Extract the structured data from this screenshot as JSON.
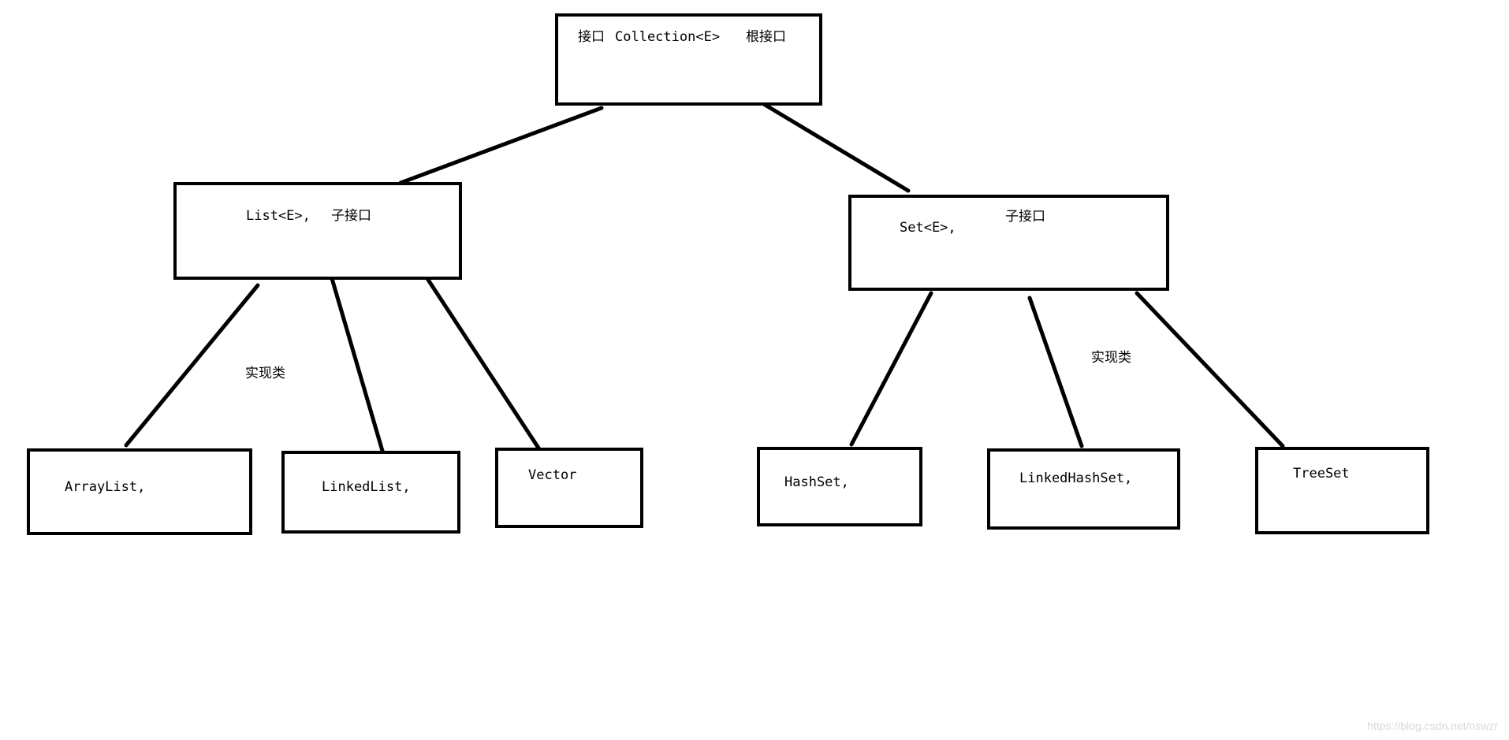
{
  "root": {
    "prefix": "接口",
    "name": "Collection<E>",
    "suffix": "根接口"
  },
  "list_interface": {
    "name": "List<E>,",
    "role": "子接口"
  },
  "set_interface": {
    "name": "Set<E>,",
    "role": "子接口"
  },
  "list_impl_label": "实现类",
  "set_impl_label": "实现类",
  "list_impls": [
    "ArrayList,",
    "LinkedList,",
    "Vector"
  ],
  "set_impls": [
    "HashSet,",
    "LinkedHashSet,",
    "TreeSet"
  ],
  "watermark": "https://blog.csdn.net/nswzr",
  "colors": {
    "line": "#000000",
    "background": "#ffffff",
    "watermark": "#d9d9d9"
  }
}
